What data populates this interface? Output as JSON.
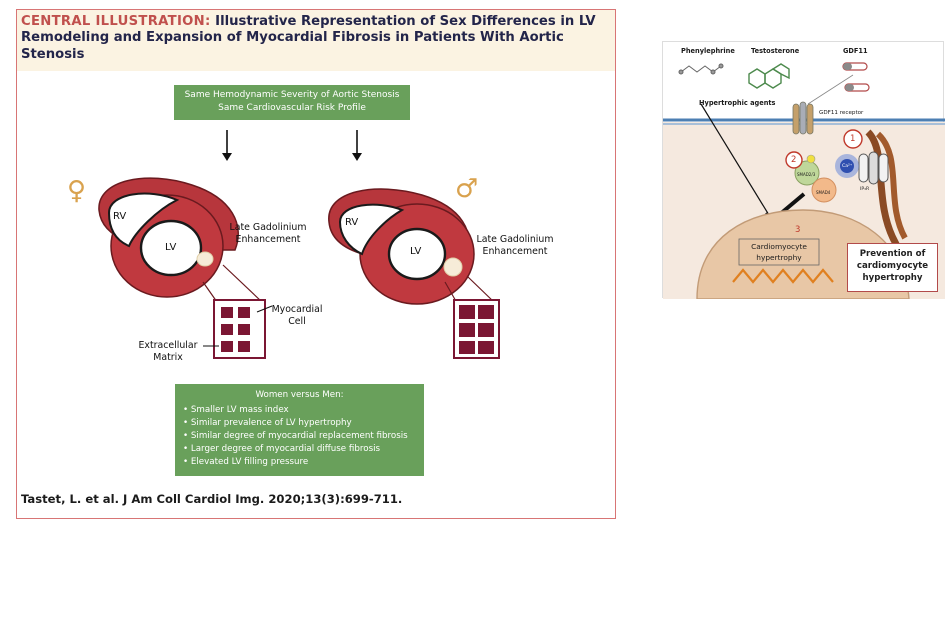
{
  "illustration": {
    "title_lead": "CENTRAL ILLUSTRATION:",
    "title_text": "Illustrative Representation of Sex Differences in LV Remodeling and Expansion of Myocardial Fibrosis in Patients With Aortic Stenosis",
    "top_box": {
      "line1": "Same Hemodynamic Severity of Aortic Stenosis",
      "line2": "Same Cardiovascular Risk Profile"
    },
    "female_symbol": "♀",
    "male_symbol": "♂",
    "female_heart": {
      "rv": "RV",
      "lv": "LV",
      "lge_line1": "Late Gadolinium",
      "lge_line2": "Enhancement",
      "myo_line1": "Myocardial",
      "myo_line2": "Cell",
      "ecm_line1": "Extracellular",
      "ecm_line2": "Matrix"
    },
    "male_heart": {
      "rv": "RV",
      "lv": "LV",
      "lge_line1": "Late Gadolinium",
      "lge_line2": "Enhancement"
    },
    "bottom_box": {
      "title": "Women versus Men:",
      "items": [
        "• Smaller LV mass index",
        "• Similar prevalence of LV hypertrophy",
        "• Similar degree of myocardial replacement fibrosis",
        "• Larger degree of myocardial diffuse fibrosis",
        "• Elevated LV filling pressure"
      ]
    },
    "citation": "Tastet, L. et al. J Am Coll Cardiol Img. 2020;13(3):699-711."
  },
  "pathway": {
    "phenylephrine": "Phenylephrine",
    "testosterone": "Testosterone",
    "gdf11": "GDF11",
    "hypertrophic_agents": "Hypertrophic agents",
    "gdf11_receptor": "GDF11 receptor",
    "step1": "1",
    "step2": "2",
    "step3": "3",
    "ca_label": "Ca²⁺",
    "ip3r_label": "IP₃R",
    "smad23_label": "SMAD2/3",
    "smad4_label": "SMAD4",
    "cardio_line1": "Cardiomyocyte",
    "cardio_line2": "hypertrophy",
    "prevention_line1": "Prevention of",
    "prevention_line2": "cardiomyocyte",
    "prevention_line3": "hypertrophy"
  }
}
